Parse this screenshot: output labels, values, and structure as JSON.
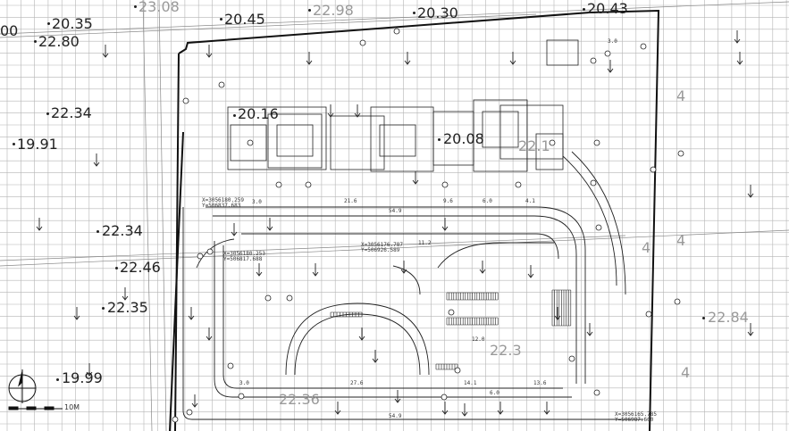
{
  "elevations": {
    "e1": "23.08",
    "e2": "20.45",
    "e3": "22.98",
    "e4": "20.30",
    "e5": "20.43",
    "e6": "20.35",
    "e7": "22.80",
    "e8": "22.34",
    "e9": "19.91",
    "e10": "20.16",
    "e11": "20.08",
    "e12": "22.1",
    "e13": "22.34",
    "e14": "22.46",
    "e15": "22.35",
    "e16": "19.99",
    "e17": "22.84",
    "e18": "22.36",
    "e19": "22.3",
    "e20": "00"
  },
  "dims": {
    "d1": "3.0",
    "d2": "21.6",
    "d3": "54.9",
    "d4": "9.6",
    "d5": "6.0",
    "d6": "27.6",
    "d7": "14.1",
    "d8": "13.6",
    "d9": "3.0",
    "d10": "54.9",
    "d11": "4.1",
    "d12": "11.2",
    "d13": "12.0",
    "d14": "6.0",
    "d15": "3.0"
  },
  "coords": {
    "c1": "X=3056180.259",
    "c2": "Y=506837.683",
    "c3": "X=3056176.787",
    "c4": "Y=506926.589",
    "c5": "X=3056180.253",
    "c6": "Y=506817.688",
    "c7": "X=3056165.785",
    "c8": "Y=506987.660"
  },
  "scale_label": "10M",
  "labels": {
    "lv4a": "4",
    "lv4b": "4",
    "lv4c": "4",
    "lv4d": "4"
  },
  "colors": {
    "grid": "#b5b5b5",
    "line": "#222222",
    "text": "#222222",
    "ghost": "#9a9a9a"
  }
}
